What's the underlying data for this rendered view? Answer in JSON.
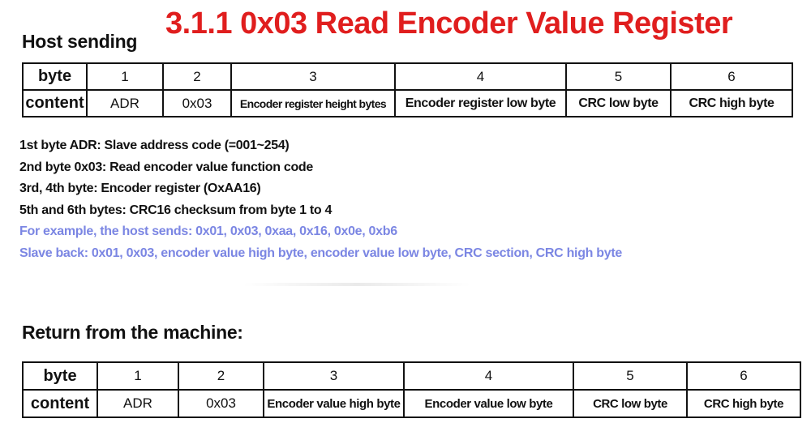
{
  "title": "3.1.1 0x03 Read Encoder Value Register",
  "host": {
    "heading": "Host sending",
    "table": {
      "row_labels": [
        "byte",
        "content"
      ],
      "bytes": [
        "1",
        "2",
        "3",
        "4",
        "5",
        "6"
      ],
      "contents": [
        "ADR",
        "0x03",
        "Encoder register height bytes",
        "Encoder register low byte",
        "CRC low byte",
        "CRC high byte"
      ]
    }
  },
  "notes": [
    "1st byte ADR: Slave address code (=001~254)",
    "2nd byte 0x03: Read encoder value function code",
    "3rd, 4th byte: Encoder register (OxAA16)",
    "5th and 6th bytes: CRC16 checksum from byte 1 to 4",
    "For example, the host sends: 0x01, 0x03, 0xaa, 0x16, 0x0e, 0xb6",
    "Slave back: 0x01, 0x03, encoder value high byte, encoder value low byte, CRC section, CRC high byte"
  ],
  "return": {
    "heading": "Return from the machine:",
    "table": {
      "row_labels": [
        "byte",
        "content"
      ],
      "bytes": [
        "1",
        "2",
        "3",
        "4",
        "5",
        "6"
      ],
      "contents": [
        "ADR",
        "0x03",
        "Encoder value high byte",
        "Encoder value low byte",
        "CRC low byte",
        "CRC high byte"
      ]
    }
  },
  "colors": {
    "title": "#e01e1e",
    "example_text": "#7b86e3",
    "text": "#111111",
    "border": "#111111"
  }
}
